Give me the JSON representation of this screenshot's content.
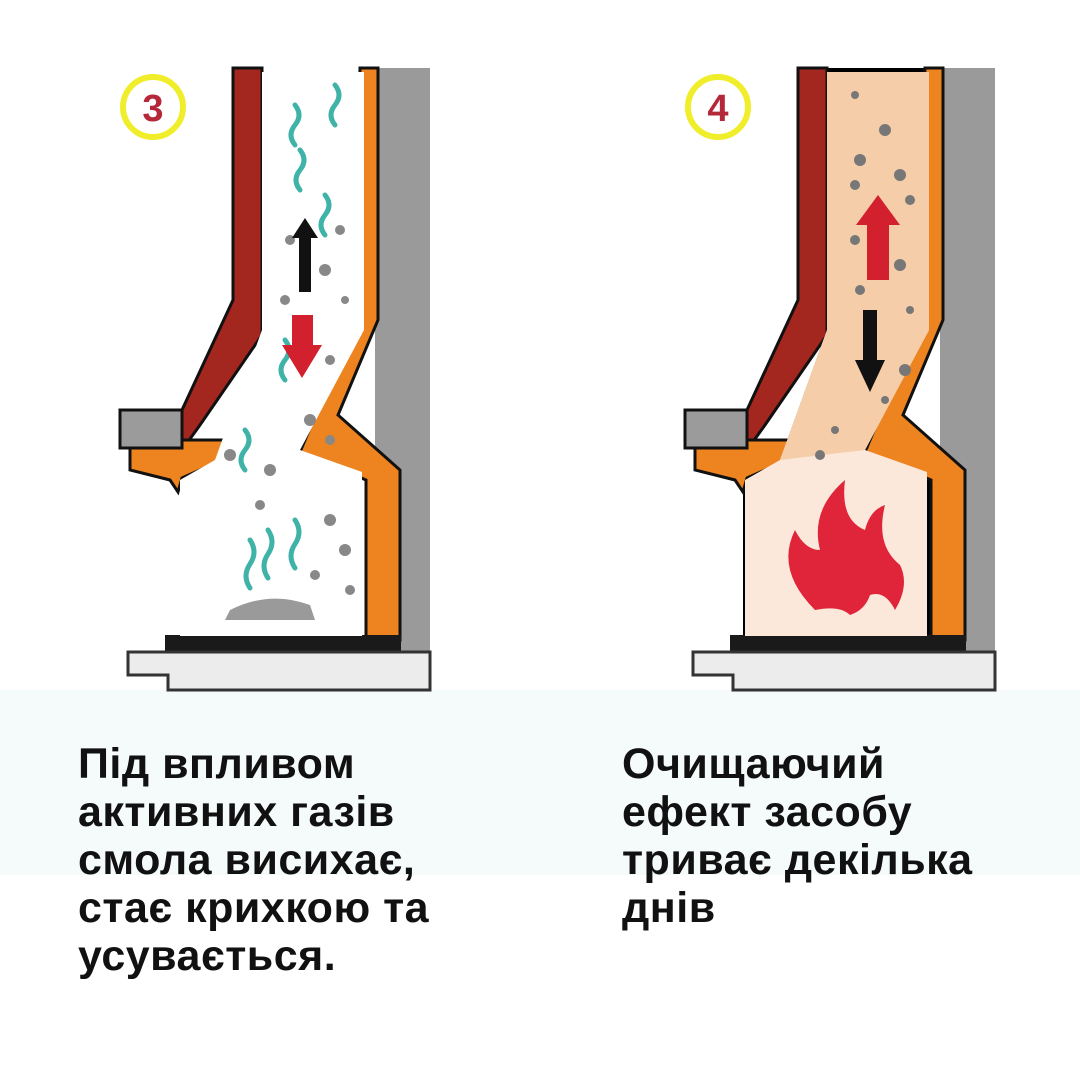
{
  "steps": [
    {
      "number": "3",
      "caption_lines": [
        "Під впливом",
        "активних газів",
        "смола висихає,",
        "стає крихкою та",
        "усувається."
      ],
      "flue_color": "#ffffff",
      "arrow_up_color": "#111111",
      "arrow_down_color": "#d3202e",
      "icons": [
        "fireplace-cross-section",
        "gas-wisps",
        "soot-particles",
        "arrow-up",
        "arrow-down"
      ]
    },
    {
      "number": "4",
      "caption_lines": [
        "Очищаючий",
        "ефект засобу",
        "триває декілька",
        "днів"
      ],
      "flue_color": "#f6cda9",
      "arrow_up_color": "#d3202e",
      "arrow_down_color": "#111111",
      "icons": [
        "fireplace-cross-section",
        "flame",
        "soot-particles",
        "arrow-up",
        "arrow-down"
      ]
    }
  ],
  "colors": {
    "chimney_brick": "#a3261f",
    "chimney_orange": "#ee8420",
    "wall_gray": "#9a9a9a",
    "badge_ring": "#f0ee2a",
    "badge_number": "#b5283a",
    "gas": "#3fb3a8",
    "soot": "#888888",
    "flame": "#e0243a"
  }
}
